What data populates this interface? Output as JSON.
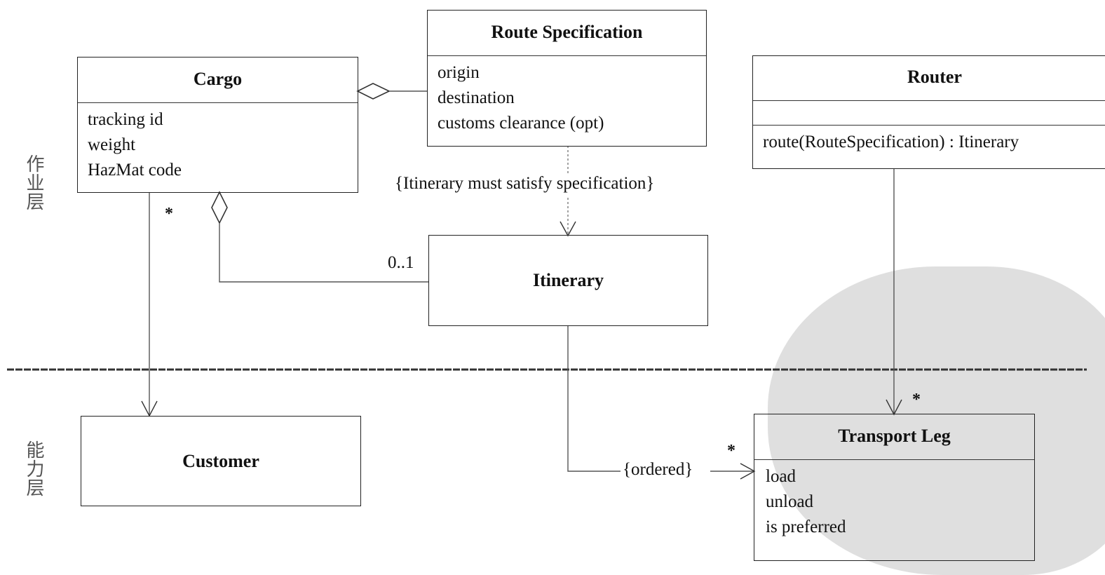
{
  "classes": {
    "cargo": {
      "name": "Cargo",
      "attributes": [
        "tracking id",
        "weight",
        "HazMat code"
      ]
    },
    "route_specification": {
      "name": "Route Specification",
      "attributes": [
        "origin",
        "destination",
        "customs clearance (opt)"
      ]
    },
    "router": {
      "name": "Router",
      "operation": "route(RouteSpecification) : Itinerary"
    },
    "itinerary": {
      "name": "Itinerary"
    },
    "customer": {
      "name": "Customer"
    },
    "transport_leg": {
      "name": "Transport Leg",
      "attributes": [
        "load",
        "unload",
        "is preferred"
      ]
    }
  },
  "constraints": {
    "itinerary_spec": "{Itinerary must satisfy specification}",
    "ordered": "{ordered}"
  },
  "multiplicities": {
    "cargo_customer": "*",
    "cargo_itinerary": "0..1",
    "router_leg": "*",
    "itinerary_leg": "*"
  },
  "layers": {
    "operations": "作业层",
    "capability": "能力层"
  }
}
